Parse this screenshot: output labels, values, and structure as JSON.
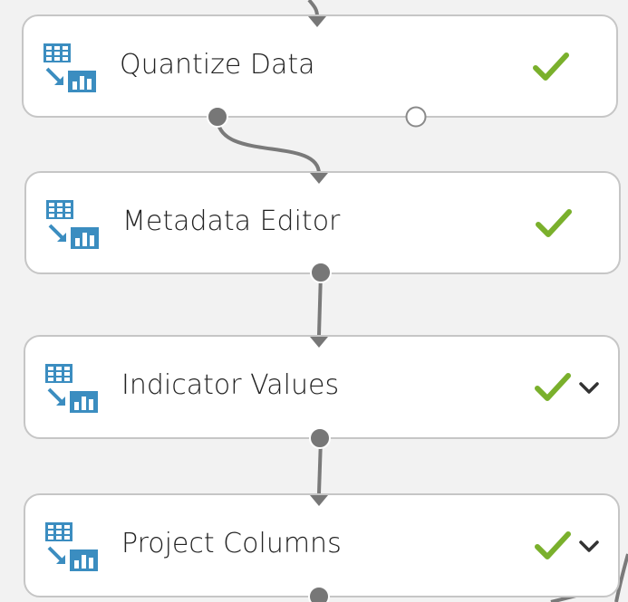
{
  "colors": {
    "canvas_bg": "#f2f2f2",
    "module_bg": "#ffffff",
    "module_border": "#c6c6c6",
    "connector": "#7a7a7a",
    "port_filled": "#777777",
    "status_ok": "#7ab02c",
    "icon_blue": "#3b8dc0"
  },
  "modules": [
    {
      "title": "Quantize Data",
      "status": "completed",
      "status_icon": "check-icon",
      "icon": "data-transform-icon",
      "menu": false,
      "output_ports": 2
    },
    {
      "title": "Metadata Editor",
      "status": "completed",
      "status_icon": "check-icon",
      "icon": "data-transform-icon",
      "menu": false,
      "output_ports": 1
    },
    {
      "title": "Indicator Values",
      "status": "completed",
      "status_icon": "check-icon",
      "icon": "data-transform-icon",
      "menu": true,
      "output_ports": 1
    },
    {
      "title": "Project Columns",
      "status": "completed",
      "status_icon": "check-icon",
      "icon": "data-transform-icon",
      "menu": true,
      "output_ports": 1
    }
  ]
}
